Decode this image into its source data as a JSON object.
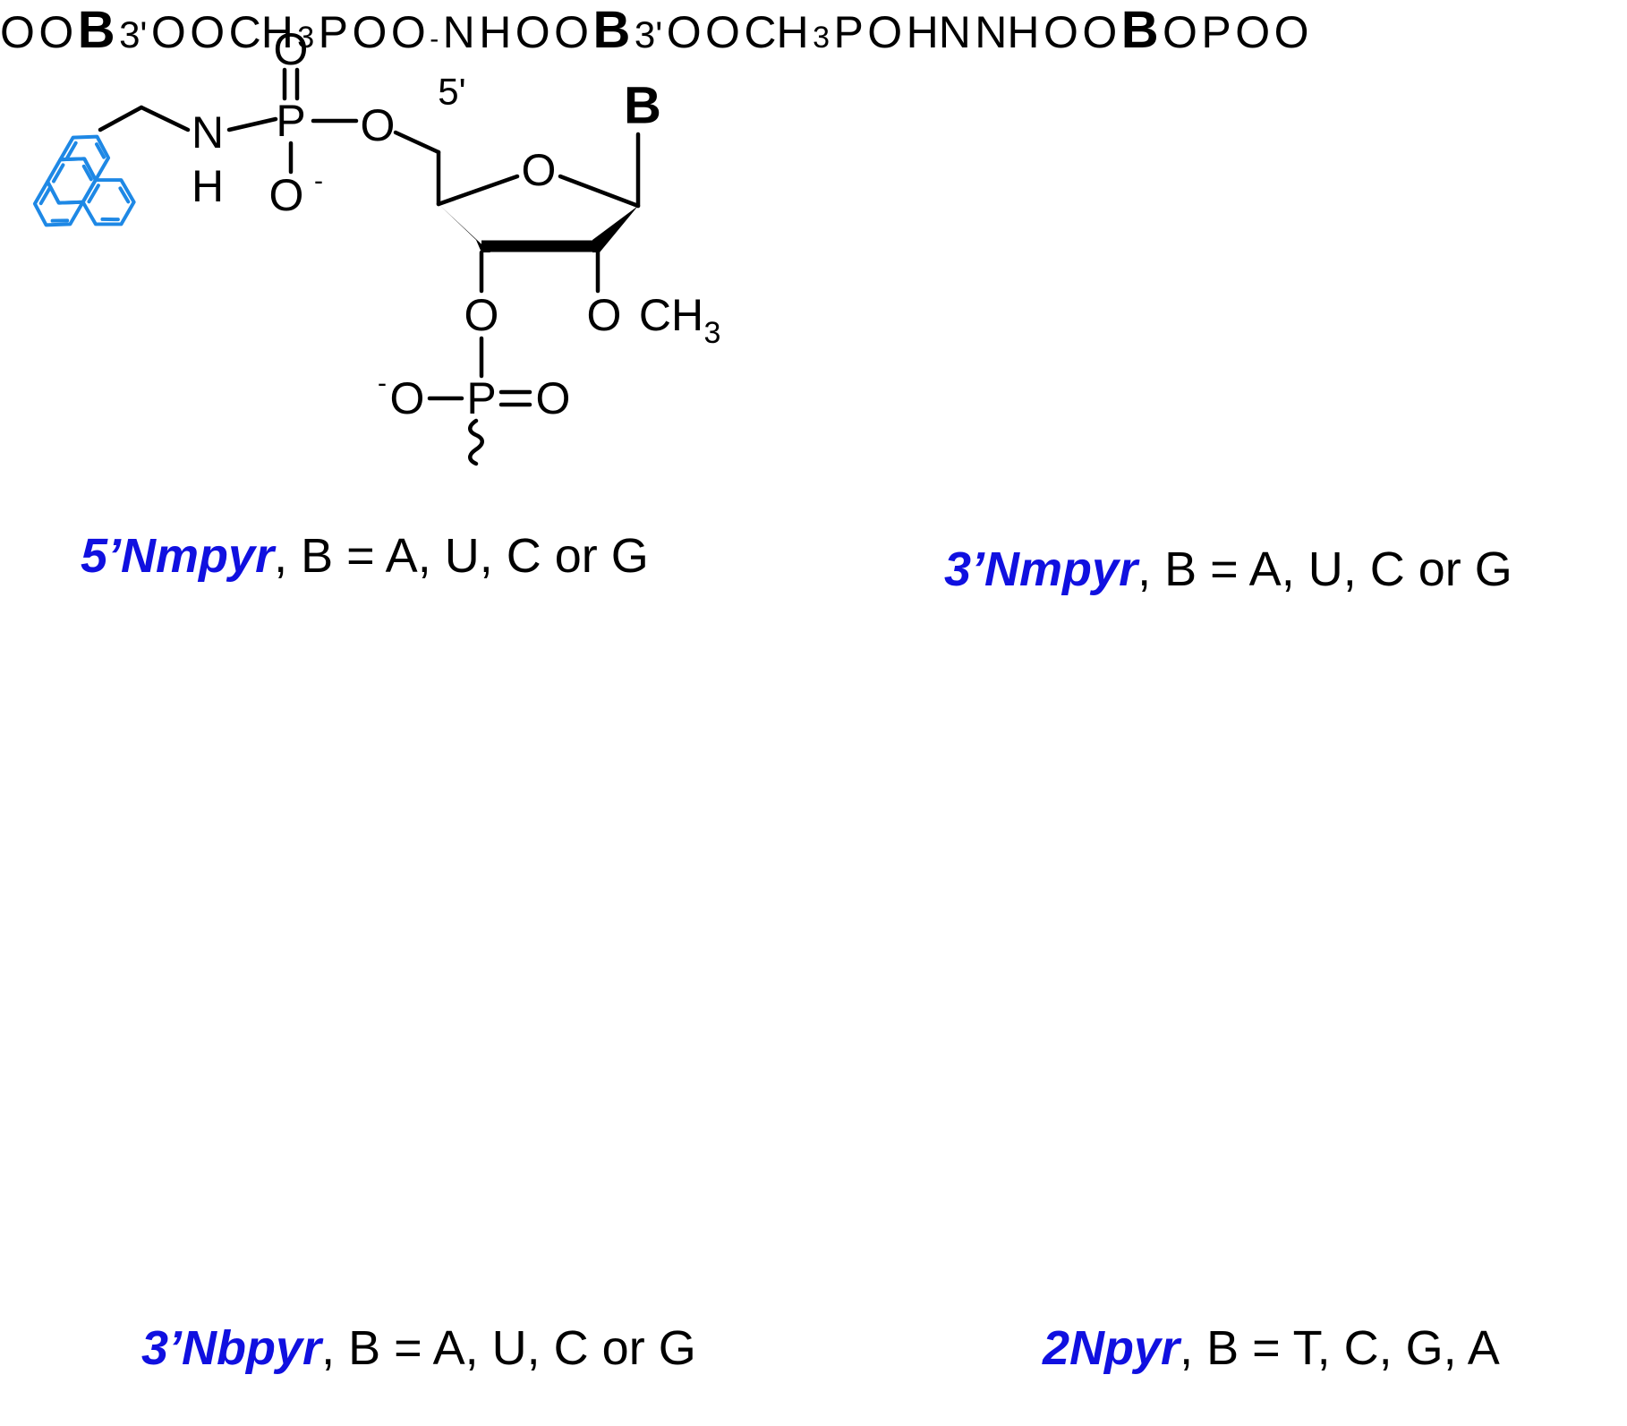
{
  "panels": [
    {
      "id": "5nmpyr",
      "name": "5’Nmpyr",
      "rest": ", B = A, U, C or G",
      "labels": {
        "B": "B",
        "O": "O",
        "N": "N",
        "H": "H",
        "P": "P",
        "CH3": "CH",
        "sub3": "3",
        "minus": "-",
        "pos5": "5'"
      }
    },
    {
      "id": "3nmpyr",
      "name": "3’Nmpyr",
      "rest": ", B = A, U, C or G",
      "labels": {
        "B": "B",
        "O": "O",
        "N": "N",
        "H": "H",
        "P": "P",
        "CH3": "CH",
        "sub3": "3",
        "minus": "-",
        "pos3": "3'"
      }
    },
    {
      "id": "3nbpyr",
      "name": "3’Nbpyr",
      "rest": ", B = A, U, C or G",
      "labels": {
        "B": "B",
        "O": "O",
        "HN": "HN",
        "NH": "NH",
        "P": "P",
        "CH3": "CH",
        "sub3": "3",
        "pos3": "3'"
      }
    },
    {
      "id": "2npyr",
      "name": "2Npyr",
      "rest": ", B = T, C, G, A",
      "labels": {
        "B": "B",
        "O": "O",
        "P": "P"
      }
    }
  ],
  "colors": {
    "pyrene": "#1e88e5",
    "compound_name": "#1010e0",
    "bonds": "#000000"
  }
}
